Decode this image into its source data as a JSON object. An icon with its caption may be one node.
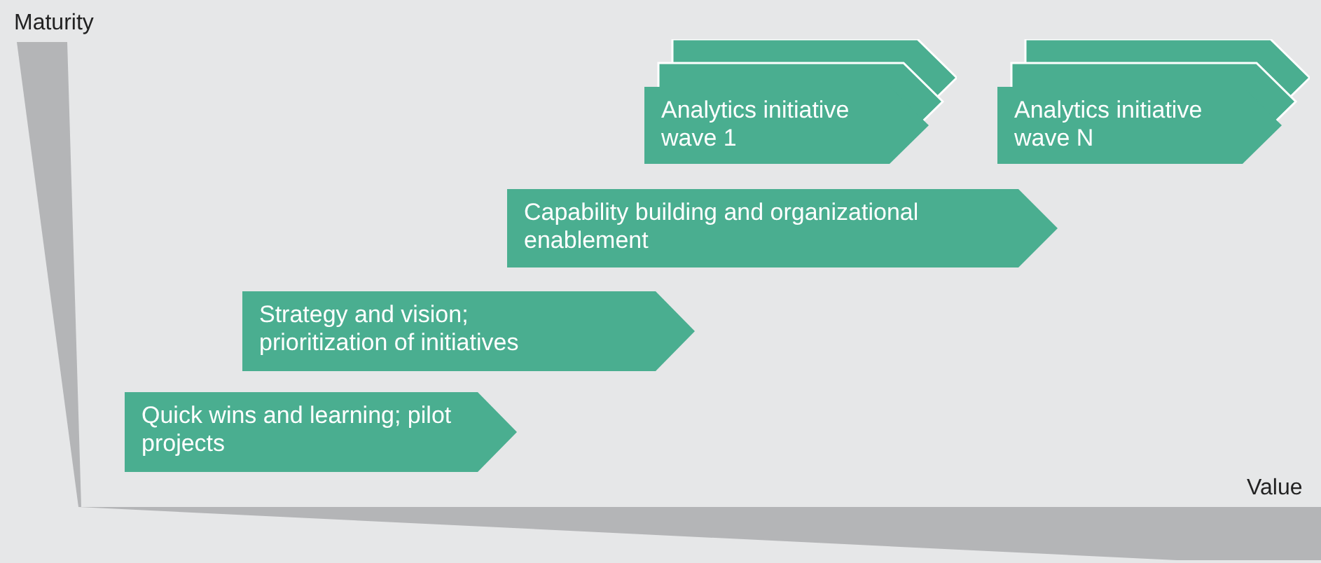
{
  "diagram": {
    "nodes": [
      {
        "text": [
          "Quick wins and learning; pilot projects"
        ]
      },
      {
        "text": [
          "Strategy and vision; prioritization of initiatives"
        ]
      },
      {
        "text": [
          "Capability building and organizational enablement"
        ]
      },
      {
        "text": [
          "Analytics initiative wave 1"
        ]
      },
      {
        "text": [
          "Analytics initiative wave N"
        ]
      }
    ],
    "edges": [],
    "labels": [
      "Maturity",
      "Value"
    ]
  }
}
